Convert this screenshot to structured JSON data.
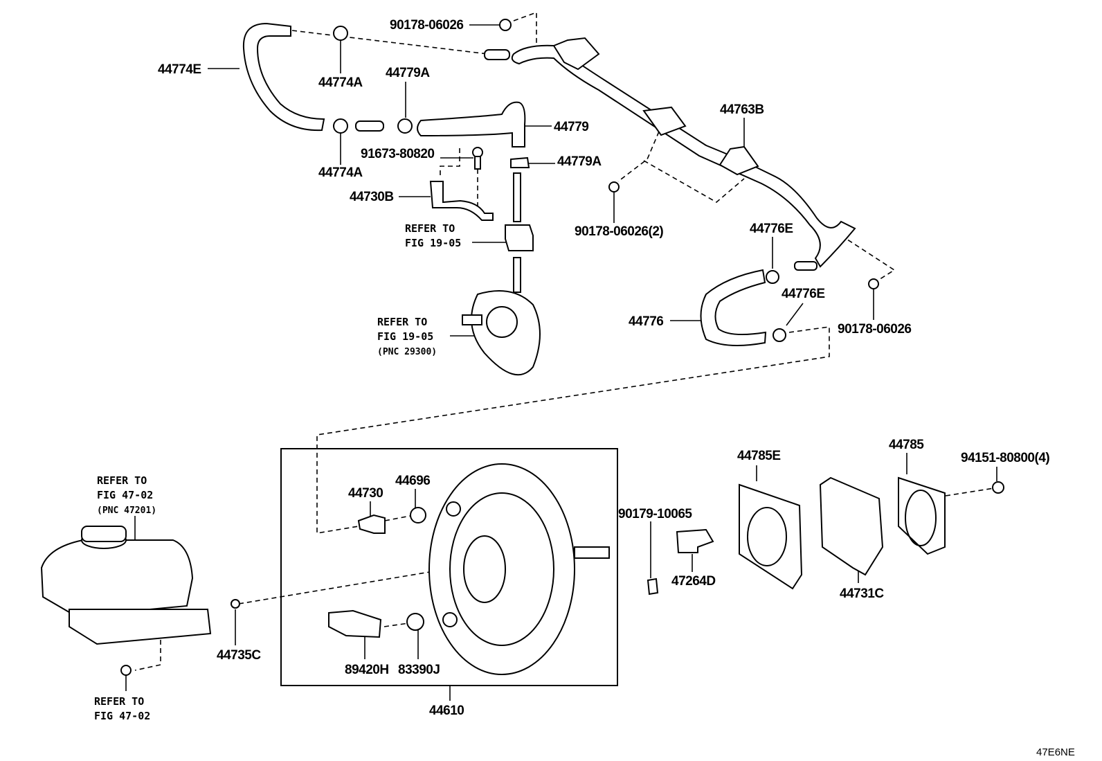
{
  "labels": {
    "nut_top": "90178-06026",
    "hose_44774E": "44774E",
    "clamp_44774A_top": "44774A",
    "clamp_44779A_top": "44779A",
    "hose_44779": "44779",
    "bolt_91673": "91673-80820",
    "clip_44779A": "44779A",
    "clamp_44774A_bottom": "44774A",
    "bracket_44730B": "44730B",
    "pipe_44763B": "44763B",
    "nut_2": "90178-06026(2)",
    "clamp_44776E_top": "44776E",
    "clamp_44776E_bottom": "44776E",
    "hose_44776": "44776",
    "nut_right": "90178-06026",
    "valve_44730": "44730",
    "grommet_44696": "44696",
    "nut_90179": "90179-10065",
    "gasket_44785E": "44785E",
    "gasket_44785": "44785",
    "nut_94151": "94151-80800(4)",
    "bracket_47264D": "47264D",
    "spacer_44731C": "44731C",
    "pin_44735C": "44735C",
    "sensor_89420H": "89420H",
    "grommet_83390J": "83390J",
    "booster_44610": "44610"
  },
  "refers": {
    "fig1905_a": [
      "REFER TO",
      "FIG 19-05"
    ],
    "fig1905_b": [
      "REFER TO",
      "FIG 19-05",
      "(PNC 29300)"
    ],
    "fig4702_a": [
      "REFER TO",
      "FIG 47-02",
      "(PNC 47201)"
    ],
    "fig4702_b": [
      "REFER TO",
      "FIG 47-02"
    ]
  },
  "diagram_code": "47E6NE"
}
